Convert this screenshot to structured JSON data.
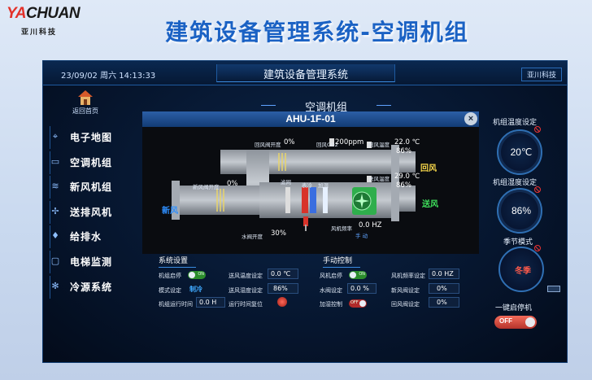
{
  "brand": {
    "logo_text_a": "YA",
    "logo_text_b": "CHUAN",
    "sub": "亚川科技"
  },
  "page_title": "建筑设备管理系统-空调机组",
  "topbar": {
    "datetime": "23/09/02 周六 14:13:33",
    "title": "建筑设备管理系统",
    "company": "亚川科技"
  },
  "home": {
    "label": "返回首页"
  },
  "menu": [
    {
      "icon": "map-pin-icon",
      "label": "电子地图"
    },
    {
      "icon": "ac-unit-icon",
      "label": "空调机组"
    },
    {
      "icon": "wind-icon",
      "label": "新风机组"
    },
    {
      "icon": "fan-icon",
      "label": "送排风机"
    },
    {
      "icon": "water-drop-icon",
      "label": "给排水"
    },
    {
      "icon": "elevator-icon",
      "label": "电梯监测"
    },
    {
      "icon": "snowflake-icon",
      "label": "冷源系统"
    }
  ],
  "panel": {
    "heading": "空调机组",
    "unit_name": "AHU-1F-01",
    "close": "×"
  },
  "diagram": {
    "return_valve_label": "回风阀开度",
    "return_valve_value": "0%",
    "co2_label": "回风CO2",
    "co2_value": "200ppm",
    "return_temp_label": "回风温度",
    "return_temp_value": "22.0 ℃",
    "return_hum_value": "86%",
    "fresh_valve_label": "新风阀开度",
    "fresh_valve_value": "0%",
    "supply_temp_label": "送风温度",
    "supply_temp_value": "29.0 ℃",
    "supply_hum_value": "86%",
    "water_valve_label": "水阀开度",
    "water_valve_value": "30%",
    "fan_freq_label": "风机频率",
    "fan_freq_value": "0.0 HZ",
    "mode_small": "手 动",
    "fresh_air": "新风",
    "return_air": "回风",
    "supply_air": "送风",
    "filter_label": "滤网",
    "heater_label": "加湿",
    "coil_label": "表冷"
  },
  "system_settings": {
    "title": "系统设置",
    "unit_startstop_label": "机组启停",
    "unit_startstop_state": "ON",
    "mode_label": "模式设定",
    "mode_value": "制冷",
    "runtime_label": "机组运行时间",
    "runtime_value": "0.0 H",
    "supply_temp_set_label": "送风温度设定",
    "supply_temp_set_value": "0.0 ℃",
    "supply_hum_set_label": "送风湿度设定",
    "supply_hum_set_value": "86%",
    "runtime_reset_label": "运行时间复位"
  },
  "manual_control": {
    "title": "手动控制",
    "fan_startstop_label": "风机启停",
    "fan_startstop_state": "ON",
    "water_valve_label": "水阀设定",
    "water_valve_value": "0.0 %",
    "humidify_label": "加湿控制",
    "humidify_state": "OFF",
    "fan_freq_label": "风机频率设定",
    "fan_freq_value": "0.0 HZ",
    "fresh_valve_label": "新风阀设定",
    "fresh_valve_value": "0%",
    "return_valve_label": "回风阀设定",
    "return_valve_value": "0%"
  },
  "right": {
    "unit_temp_title": "机组温度设定",
    "unit_temp_value": "20℃",
    "unit_hum_title": "机组湿度设定",
    "unit_hum_value": "86%",
    "season_title": "季节模式",
    "season_value": "冬季",
    "onekey_title": "一键启停机",
    "onekey_state": "OFF"
  },
  "colors": {
    "fresh_air": "#2e8fff",
    "return_air": "#f6d64a",
    "supply_air": "#3fe05c",
    "title_blue": "#1b62c4",
    "off_red": "#d6443a"
  }
}
